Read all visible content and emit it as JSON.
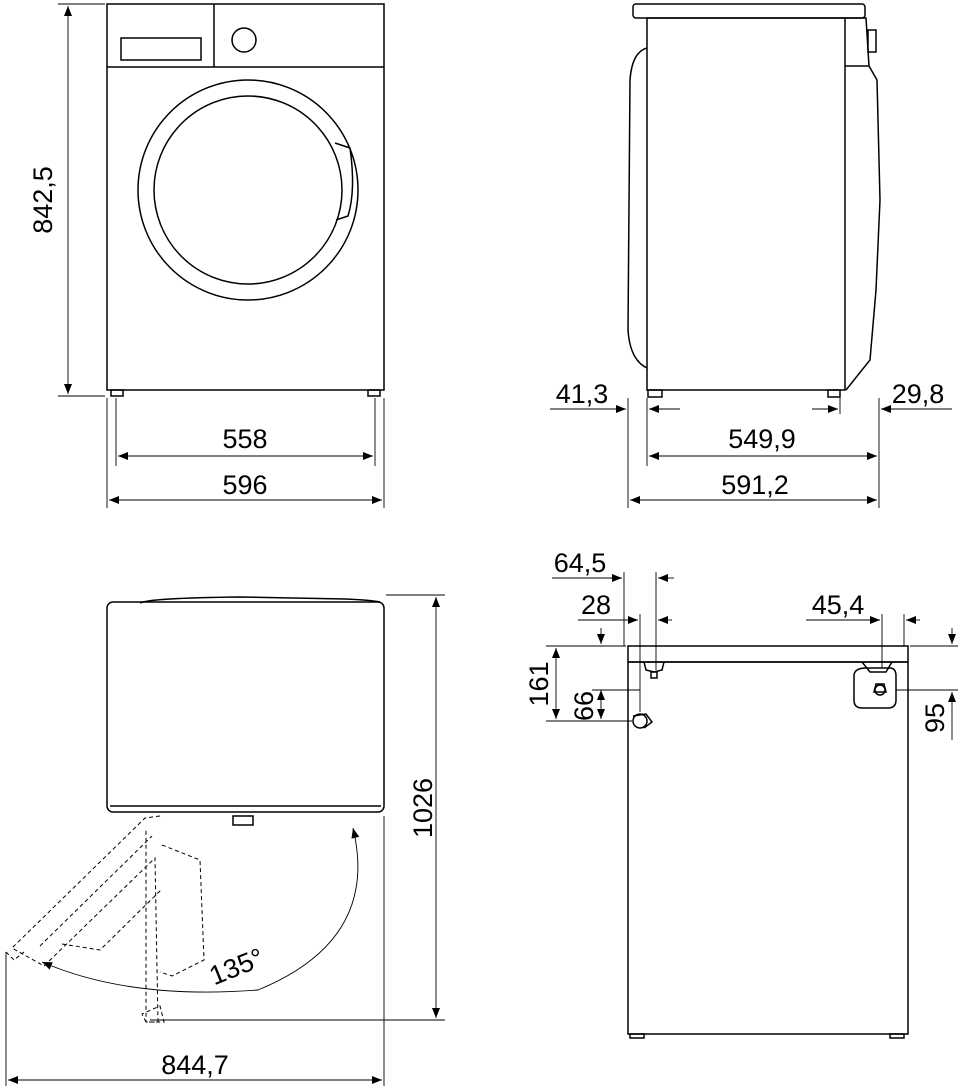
{
  "dimensions": {
    "front_height": "842,5",
    "front_width_inner": "558",
    "front_width_outer": "596",
    "side_left_offset": "41,3",
    "side_right_offset": "29,8",
    "side_depth_inner": "549,9",
    "side_depth_outer": "591,2",
    "top_door_open_depth": "1026",
    "top_door_open_width": "844,7",
    "door_angle": "135°",
    "rear_dim_a": "64,5",
    "rear_dim_b": "28",
    "rear_dim_c": "45,4",
    "rear_height_a": "161",
    "rear_height_b": "66",
    "rear_height_c": "95"
  }
}
